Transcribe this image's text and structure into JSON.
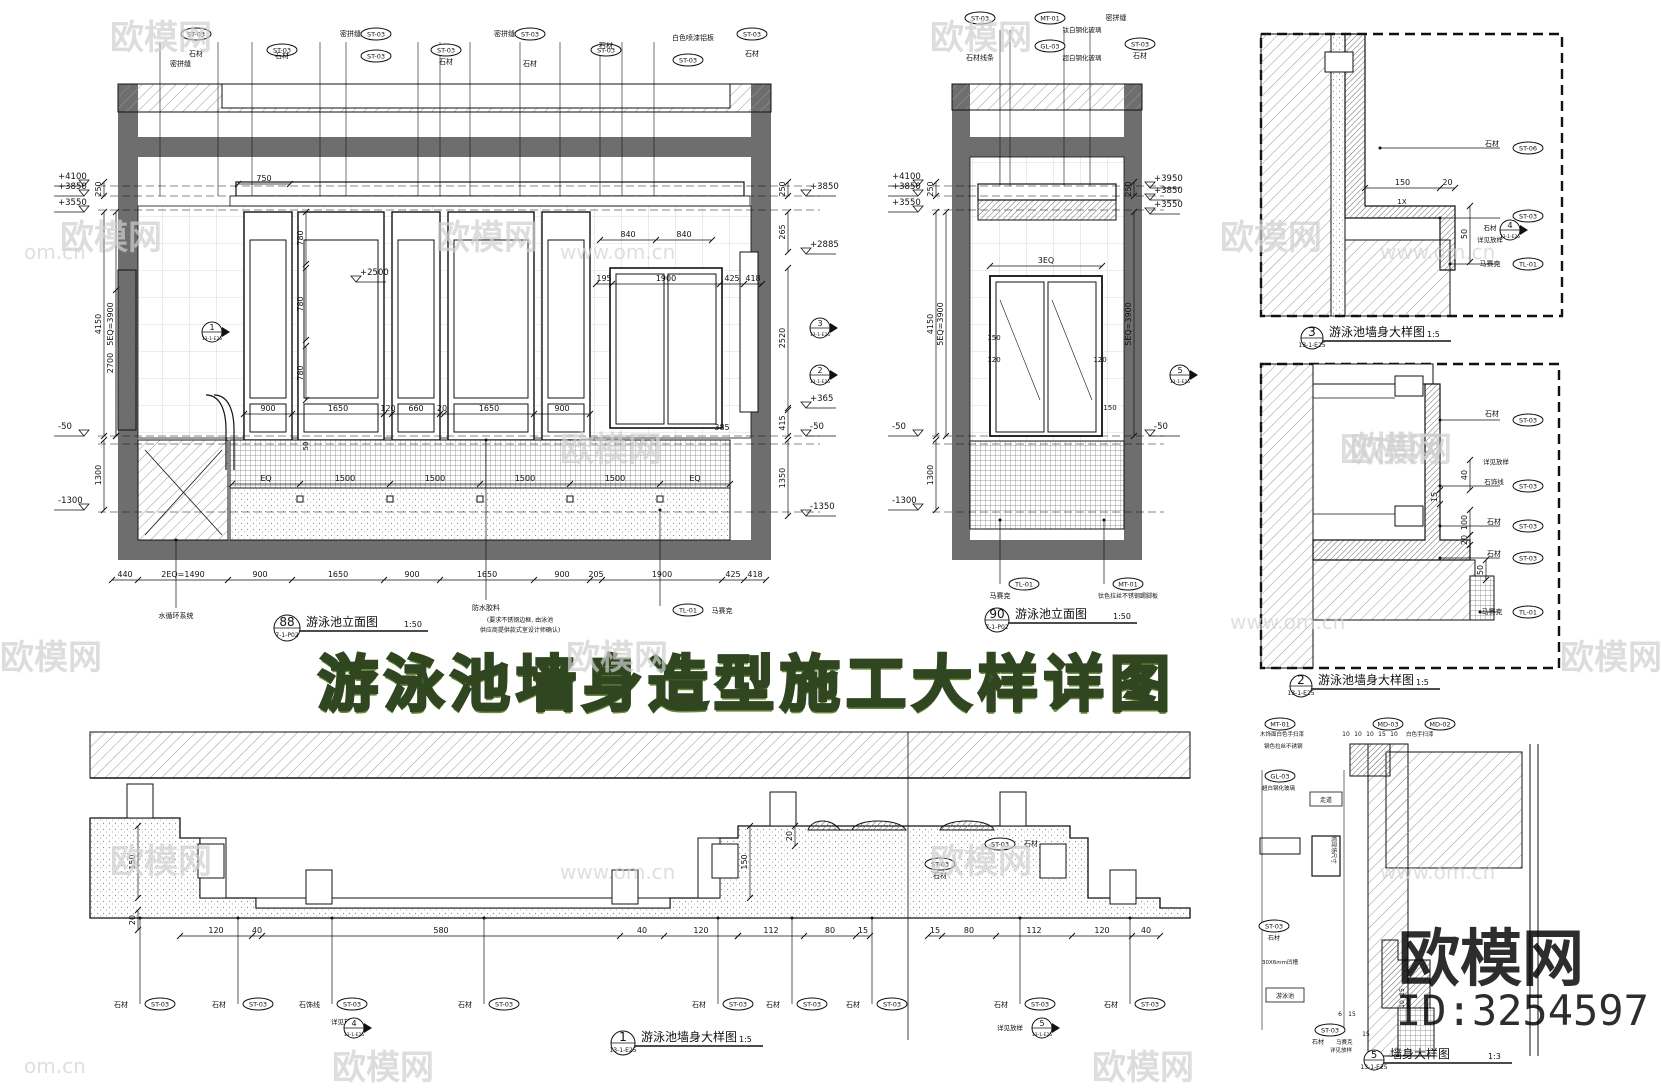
{
  "main_title": "游泳池墙身造型施工大样详图",
  "watermark": {
    "brand": "欧模网",
    "id_label": "ID:3254597",
    "tile_text": "欧模网",
    "url_text": "www.om.cn",
    "url_short": "om.cn"
  },
  "drawings": {
    "elev88": {
      "title": "游泳池立面图",
      "scale": "1:50",
      "index_no": "88",
      "sheet": "7-1-P02",
      "levels_left": [
        "+4100",
        "+3850",
        "+3550",
        "-50",
        "-1300"
      ],
      "levels_right": [
        "+3850",
        "+2885",
        "+365",
        "-50",
        "-1350"
      ],
      "level_inner": "+2500",
      "vdims_left": [
        "250",
        "4150",
        "5EQ=3900",
        "2700",
        "1300"
      ],
      "vdims_right": [
        "250",
        "265",
        "2520",
        "415",
        "1350"
      ],
      "panel_dims": [
        "780",
        "780",
        "780"
      ],
      "top_dims": [
        "750",
        "840",
        "840"
      ],
      "door_dims": [
        "195",
        "1900",
        "425",
        "418"
      ],
      "bottom_dims": [
        "440",
        "2EQ=1490",
        "900",
        "1650",
        "900",
        "1650",
        "900",
        "205",
        "1900",
        "425",
        "418"
      ],
      "base_dims": [
        "900",
        "1650",
        "120",
        "660",
        "20",
        "1650",
        "900"
      ],
      "pool_dims": [
        "EQ",
        "1500",
        "1500",
        "1500",
        "1500",
        "EQ"
      ],
      "misc_dims": [
        "385",
        "50",
        "50"
      ],
      "callout_tags": [
        "ST-03",
        "ST-03",
        "ST-03",
        "ST-03",
        "ST-03",
        "ST-03",
        "ST-03",
        "ST-03",
        "ST-03"
      ],
      "callout_texts": [
        "石材",
        "石材",
        "石材",
        "石材",
        "石材",
        "石材",
        "密拼缝",
        "密拼缝",
        "密拼缝",
        "白色喷漆铝板"
      ],
      "bottom_notes": [
        "水循环系统",
        "防水胶料",
        "(要求不锈钢边框, 由泳池",
        "供应商提供款式室设计师确认)",
        "TL-01",
        "马赛克"
      ],
      "section_marks": [
        {
          "no": "1",
          "ref": "13-1-E25"
        },
        {
          "no": "2",
          "ref": "13-1-E25"
        },
        {
          "no": "3",
          "ref": "13-1-E25"
        }
      ]
    },
    "elev90": {
      "title": "游泳池立面图",
      "scale": "1:50",
      "index_no": "90",
      "sheet": "7-1-P02",
      "levels_left": [
        "+4100",
        "+3850",
        "+3550",
        "-50",
        "-1300"
      ],
      "levels_right": [
        "+3950",
        "+3850",
        "+3550",
        "-50"
      ],
      "vdims_left": [
        "250",
        "4150",
        "5EQ=3900",
        "1300"
      ],
      "vdims_right": [
        "250",
        "5EQ=3900"
      ],
      "inner_dims": [
        "3EQ",
        "150",
        "120",
        "120",
        "150"
      ],
      "callout_tags": [
        "ST-03",
        "MT-01",
        "GL-03",
        "ST-03"
      ],
      "callout_texts": [
        "石材线条",
        "钛白钢化玻璃",
        "超白钢化玻璃",
        "石材",
        "密拼缝"
      ],
      "bottom_tags": [
        "TL-01",
        "MT-01"
      ],
      "bottom_notes": [
        "马赛克",
        "钛色拉丝不锈钢踢脚板"
      ],
      "section_mark": {
        "no": "5",
        "ref": "13-1-E25"
      }
    },
    "detail3": {
      "title": "游泳池墙身大样图",
      "scale": "1:5",
      "index_no": "3",
      "sheet": "13-1-E25",
      "dims": [
        "150",
        "20",
        "1X",
        "50"
      ],
      "tags": [
        "ST-06",
        "ST-03",
        "TL-01"
      ],
      "texts": [
        "石材",
        "石材",
        "详见放样",
        "马赛克"
      ],
      "ref": {
        "no": "4",
        "ref": "13-1-E25"
      }
    },
    "detail2": {
      "title": "游泳池墙身大样图",
      "scale": "1:5",
      "index_no": "2",
      "sheet": "13-1-E25",
      "dims": [
        "40",
        "15",
        "100",
        "20",
        "50"
      ],
      "tags": [
        "ST-03",
        "ST-03",
        "ST-03",
        "ST-03",
        "TL-01"
      ],
      "texts": [
        "石材",
        "详见放样",
        "石饰线",
        "石材",
        "石材",
        "马赛克"
      ]
    },
    "detail1": {
      "title": "游泳池墙身大样图",
      "scale": "1:5",
      "index_no": "1",
      "sheet": "13-1-E25",
      "dims_left": [
        "150",
        "20",
        "120",
        "40",
        "580",
        "40",
        "120"
      ],
      "dims_mid": [
        "150",
        "20",
        "112",
        "80",
        "15"
      ],
      "dims_right": [
        "15",
        "80",
        "112",
        "120",
        "40"
      ],
      "tags": [
        "ST-03",
        "ST-03",
        "ST-03",
        "ST-03",
        "ST-03",
        "ST-03",
        "ST-03",
        "ST-03",
        "ST-03",
        "ST-03",
        "ST-03"
      ],
      "texts": [
        "石材",
        "石材",
        "石饰线",
        "石材",
        "石材",
        "石材",
        "石材",
        "石材",
        "石材",
        "石材",
        "石材",
        "详见放样",
        "详见放样"
      ],
      "refs": [
        {
          "no": "4",
          "ref": "13-1-E25"
        },
        {
          "no": "5",
          "ref": "13-1-E25"
        }
      ]
    },
    "detail5": {
      "title": "墙身大样图",
      "scale": "1:3",
      "index_no": "5",
      "sheet": "13-1-E25",
      "dims": [
        "10",
        "10",
        "10",
        "15",
        "10",
        "15",
        "10",
        "6",
        "15",
        "15"
      ],
      "tags": [
        "MT-01",
        "MD-03",
        "MD-02",
        "GL-03",
        "ST-03",
        "ST-03"
      ],
      "texts": [
        "木饰面白色手扫漆",
        "白色手扫漆",
        "钢色拉丝不锈钢",
        "超白钢化玻璃",
        "石材",
        "石材",
        "走道",
        "游泳池",
        "30X6mm凹槽",
        "详见放样",
        "马赛克",
        "视现场尺寸"
      ]
    }
  },
  "colors": {
    "line": "#111111",
    "hatch": "#9a9a9a",
    "wall_fill": "#6e6e6e",
    "title_green": "#3f5a2a",
    "title_stroke": "#2f4620",
    "watermark_gray": "#cfcfcf"
  }
}
